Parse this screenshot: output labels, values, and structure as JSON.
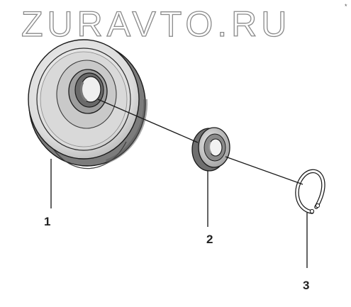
{
  "watermark": "ZURAVTO.RU",
  "corner_mark": "*",
  "callouts": [
    {
      "number": "1",
      "part": "pulley"
    },
    {
      "number": "2",
      "part": "bearing"
    },
    {
      "number": "3",
      "part": "retaining-ring"
    }
  ],
  "colors": {
    "outline": "#1a1a1a",
    "shade_dark": "#6e6e6e",
    "shade_mid": "#bdbdbd",
    "shade_light": "#ececec",
    "watermark_stroke": "#8a8a8a"
  }
}
